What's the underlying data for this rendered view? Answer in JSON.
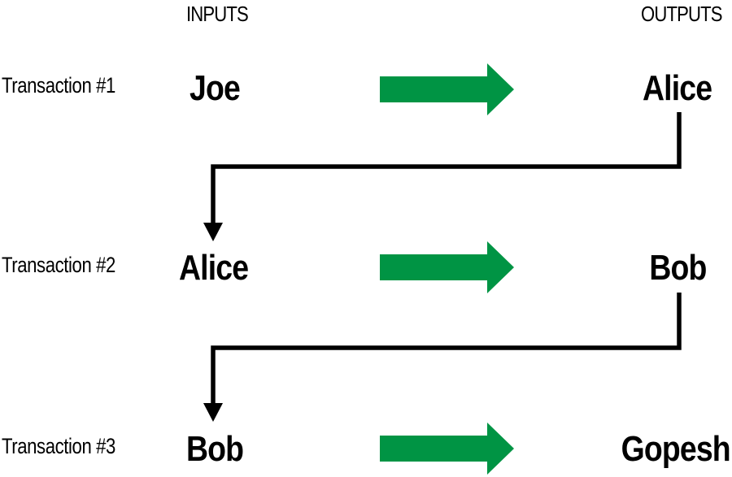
{
  "headers": {
    "inputs": "INPUTS",
    "outputs": "OUTPUTS"
  },
  "transactions": [
    {
      "label": "Transaction #1",
      "input": "Joe",
      "output": "Alice"
    },
    {
      "label": "Transaction #2",
      "input": "Alice",
      "output": "Bob"
    },
    {
      "label": "Transaction #3",
      "input": "Bob",
      "output": "Gopesh"
    }
  ],
  "colors": {
    "arrow": "#009444",
    "connector": "#000000",
    "text": "#000000"
  }
}
